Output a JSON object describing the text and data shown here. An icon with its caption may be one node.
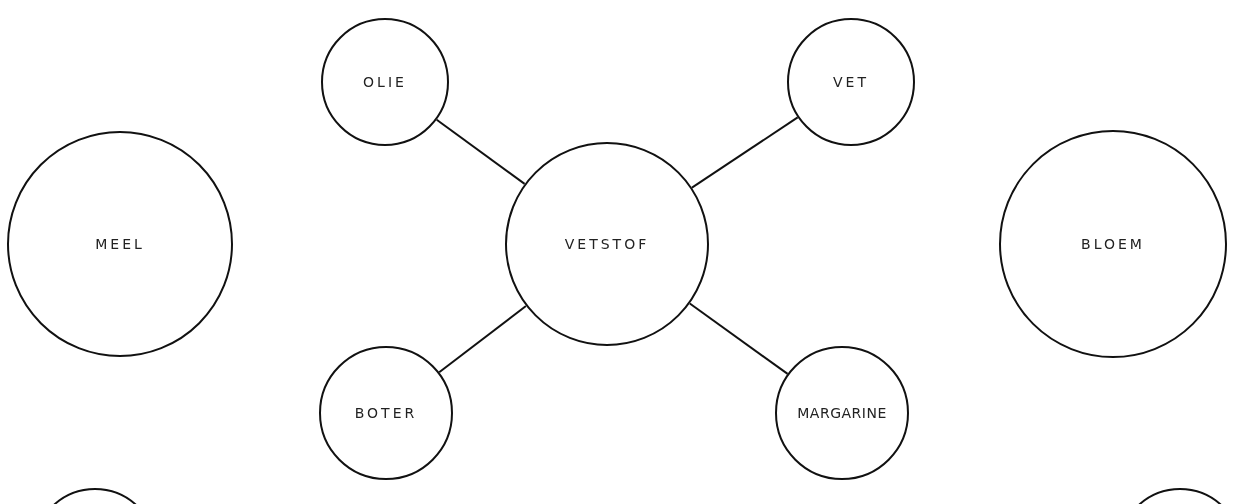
{
  "diagram": {
    "nodes": [
      {
        "text": [
          "OLIE"
        ]
      },
      {
        "text": [
          "VET"
        ]
      },
      {
        "text": [
          "MEEL"
        ]
      },
      {
        "text": [
          "VETSTOF"
        ]
      },
      {
        "text": [
          "BLOEM"
        ]
      },
      {
        "text": [
          "BOTER"
        ]
      },
      {
        "text": [
          "MARGARINE"
        ]
      },
      {
        "text": [],
        "shape": "circle"
      },
      {
        "text": [],
        "shape": "circle"
      }
    ],
    "edges": [
      {
        "from": 3,
        "to": 0,
        "arrow": "none"
      },
      {
        "from": 3,
        "to": 1,
        "arrow": "none"
      },
      {
        "from": 3,
        "to": 5,
        "arrow": "none"
      },
      {
        "from": 3,
        "to": 6,
        "arrow": "none"
      }
    ]
  }
}
